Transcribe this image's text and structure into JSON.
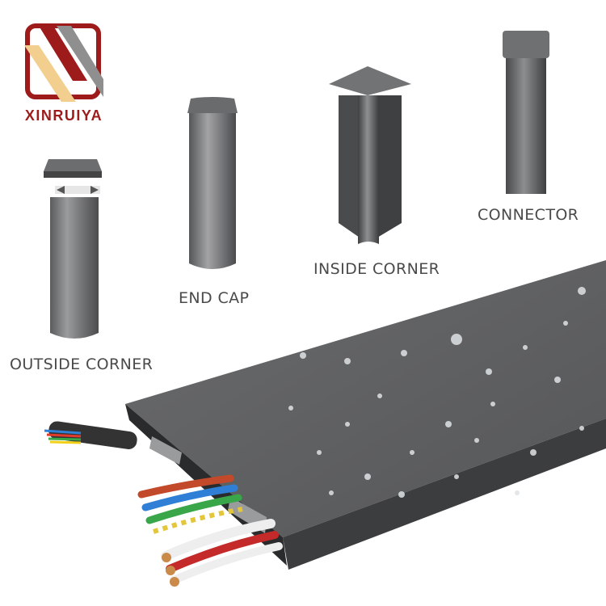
{
  "brand": {
    "name": "XINRUIYA",
    "color": "#9e1b1b",
    "logo_stripes": [
      "#f2cf8f",
      "#8f8f8f"
    ]
  },
  "accessories": [
    {
      "id": "outside-corner",
      "label": "OUTSIDE CORNER"
    },
    {
      "id": "end-cap",
      "label": "END CAP"
    },
    {
      "id": "inside-corner",
      "label": "INSIDE CORNER"
    },
    {
      "id": "connector",
      "label": "CONNECTOR"
    }
  ],
  "product": {
    "name": "cable trunking skirting profile",
    "finish_color": "#57585a",
    "has_water_droplets": true,
    "cable_colors": [
      "#2f7fd6",
      "#e03a2a",
      "#3aa64a",
      "#f2d018",
      "#c98a4a"
    ]
  }
}
